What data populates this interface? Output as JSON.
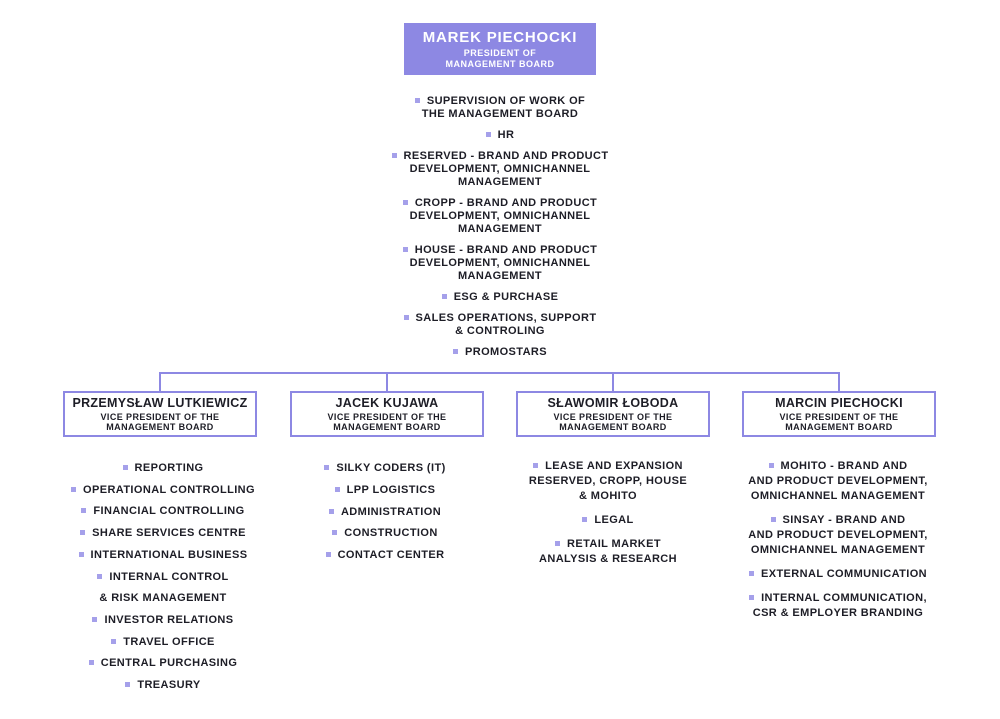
{
  "palette": {
    "accent_purple": "#8d88e3",
    "bullet_purple": "#a5a0ea",
    "text_dark": "#1d1d26",
    "background": "#ffffff"
  },
  "president": {
    "name": "MAREK PIECHOCKI",
    "title_lines": [
      "PRESIDENT OF",
      "MANAGEMENT BOARD"
    ],
    "responsibilities": [
      {
        "lines": [
          "SUPERVISION OF WORK OF",
          "THE MANAGEMENT BOARD"
        ]
      },
      {
        "lines": [
          "HR"
        ]
      },
      {
        "lines": [
          "RESERVED - BRAND AND PRODUCT",
          "DEVELOPMENT, OMNICHANNEL",
          "MANAGEMENT"
        ]
      },
      {
        "lines": [
          "CROPP - BRAND AND PRODUCT",
          "DEVELOPMENT, OMNICHANNEL",
          "MANAGEMENT"
        ]
      },
      {
        "lines": [
          "HOUSE - BRAND AND PRODUCT",
          "DEVELOPMENT, OMNICHANNEL",
          "MANAGEMENT"
        ]
      },
      {
        "lines": [
          "ESG & PURCHASE"
        ]
      },
      {
        "lines": [
          "SALES OPERATIONS, SUPPORT",
          "& CONTROLING"
        ]
      },
      {
        "lines": [
          "PROMOSTARS"
        ]
      }
    ]
  },
  "vice_presidents": [
    {
      "name": "PRZEMYSŁAW LUTKIEWICZ",
      "title_lines": [
        "VICE PRESIDENT OF THE",
        "MANAGEMENT BOARD"
      ],
      "responsibilities": [
        {
          "lines": [
            "REPORTING"
          ]
        },
        {
          "lines": [
            "OPERATIONAL CONTROLLING"
          ]
        },
        {
          "lines": [
            "FINANCIAL CONTROLLING"
          ]
        },
        {
          "lines": [
            "SHARE SERVICES CENTRE"
          ]
        },
        {
          "lines": [
            "INTERNATIONAL BUSINESS"
          ]
        },
        {
          "lines": [
            "INTERNAL CONTROL",
            "& RISK MANAGEMENT"
          ]
        },
        {
          "lines": [
            "INVESTOR RELATIONS"
          ]
        },
        {
          "lines": [
            "TRAVEL OFFICE"
          ]
        },
        {
          "lines": [
            "CENTRAL PURCHASING"
          ]
        },
        {
          "lines": [
            "TREASURY"
          ]
        }
      ]
    },
    {
      "name": "JACEK KUJAWA",
      "title_lines": [
        "VICE PRESIDENT OF THE",
        "MANAGEMENT BOARD"
      ],
      "responsibilities": [
        {
          "lines": [
            "SILKY CODERS (IT)"
          ]
        },
        {
          "lines": [
            "LPP LOGISTICS"
          ]
        },
        {
          "lines": [
            "ADMINISTRATION"
          ]
        },
        {
          "lines": [
            "CONSTRUCTION"
          ]
        },
        {
          "lines": [
            "CONTACT CENTER"
          ]
        }
      ]
    },
    {
      "name": "SŁAWOMIR ŁOBODA",
      "title_lines": [
        "VICE PRESIDENT OF THE",
        "MANAGEMENT BOARD"
      ],
      "responsibilities": [
        {
          "lines": [
            "LEASE AND EXPANSION",
            "RESERVED, CROPP, HOUSE",
            "& MOHITO"
          ]
        },
        {
          "lines": [
            "LEGAL"
          ]
        },
        {
          "lines": [
            "RETAIL MARKET",
            "ANALYSIS & RESEARCH"
          ]
        }
      ]
    },
    {
      "name": "MARCIN PIECHOCKI",
      "title_lines": [
        "VICE PRESIDENT OF THE",
        "MANAGEMENT BOARD"
      ],
      "responsibilities": [
        {
          "lines": [
            "MOHITO - BRAND AND",
            "AND PRODUCT DEVELOPMENT,",
            "OMNICHANNEL MANAGEMENT"
          ]
        },
        {
          "lines": [
            "SINSAY - BRAND AND",
            "AND PRODUCT DEVELOPMENT,",
            "OMNICHANNEL MANAGEMENT"
          ]
        },
        {
          "lines": [
            "EXTERNAL COMMUNICATION"
          ]
        },
        {
          "lines": [
            "INTERNAL COMMUNICATION,",
            "CSR & EMPLOYER BRANDING"
          ]
        }
      ]
    }
  ]
}
